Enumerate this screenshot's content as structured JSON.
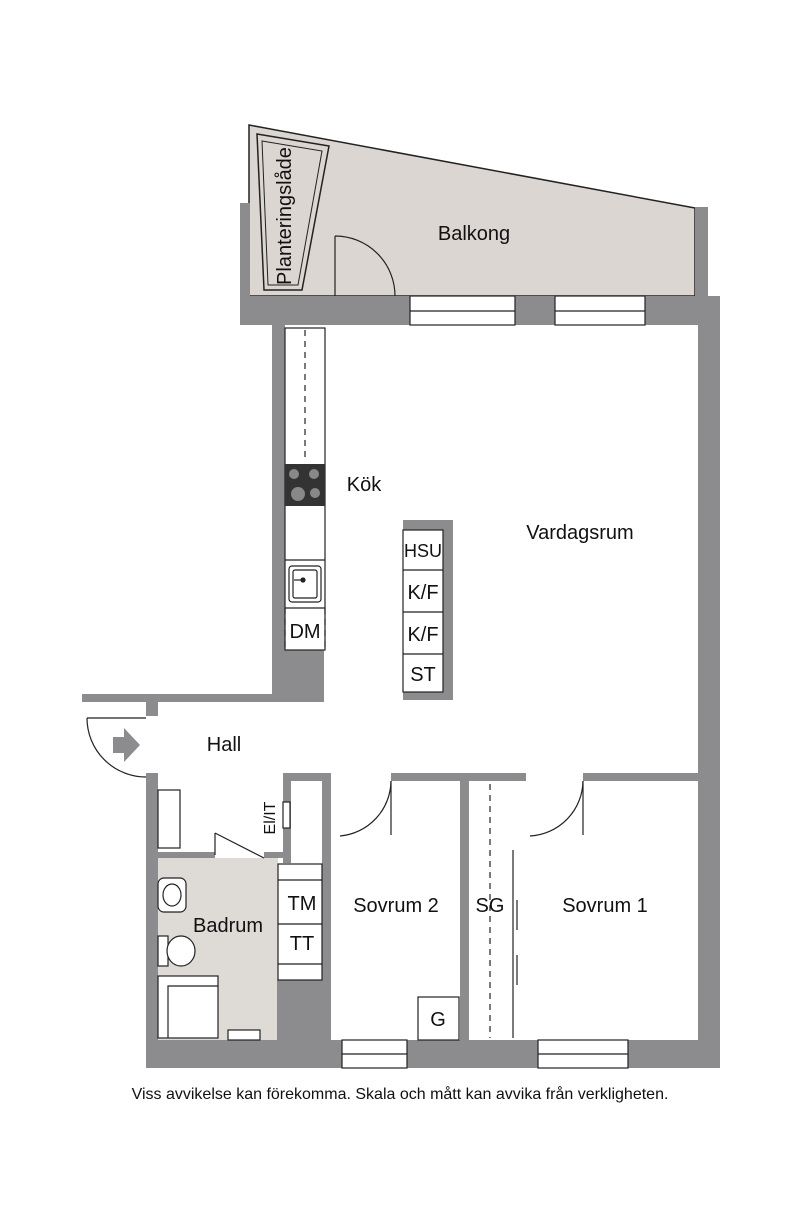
{
  "rooms": {
    "balcony": "Balkong",
    "planter": "Planteringslåde",
    "kitchen": "Kök",
    "living": "Vardagsrum",
    "hall": "Hall",
    "bathroom": "Badrum",
    "bedroom2": "Sovrum 2",
    "bedroom1": "Sovrum 1"
  },
  "fixtures": {
    "freezer": "HSU",
    "fridge_freezer_1": "K/F",
    "fridge_freezer_2": "K/F",
    "storage": "ST",
    "dishwasher": "DM",
    "dryer": "TM",
    "drying_cabinet": "TT",
    "electrical": "El/IT",
    "sliding_wardrobe": "SG",
    "wardrobe": "G"
  },
  "disclaimer": "Viss avvikelse kan förekomma. Skala och mått kan avvika från verkligheten.",
  "colors": {
    "wall": "#8c8c8e",
    "balcony_floor": "#dcd6d2",
    "bath_floor": "#dedad6",
    "line": "#222222"
  }
}
